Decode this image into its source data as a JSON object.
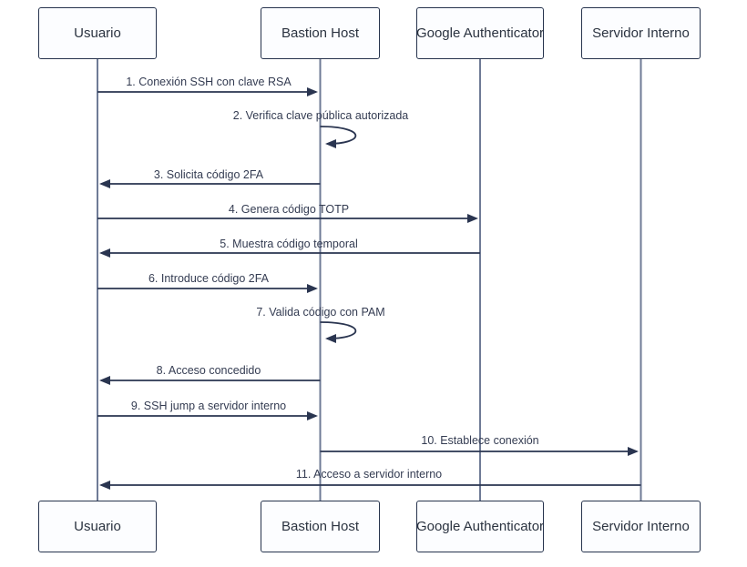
{
  "diagram": {
    "type": "sequence-diagram",
    "actors": [
      {
        "label": "Usuario"
      },
      {
        "label": "Bastion Host"
      },
      {
        "label": "Google Authenticator"
      },
      {
        "label": "Servidor Interno"
      }
    ],
    "messages": [
      {
        "label": "1. Conexión SSH con clave RSA",
        "from": "Usuario",
        "to": "Bastion Host",
        "type": "solid-arrow"
      },
      {
        "label": "2. Verifica clave pública autorizada",
        "from": "Bastion Host",
        "to": "Bastion Host",
        "type": "self-loop"
      },
      {
        "label": "3. Solicita código 2FA",
        "from": "Bastion Host",
        "to": "Usuario",
        "type": "solid-arrow"
      },
      {
        "label": "4. Genera código TOTP",
        "from": "Usuario",
        "to": "Google Authenticator",
        "type": "solid-arrow"
      },
      {
        "label": "5. Muestra código temporal",
        "from": "Google Authenticator",
        "to": "Usuario",
        "type": "solid-arrow"
      },
      {
        "label": "6. Introduce código 2FA",
        "from": "Usuario",
        "to": "Bastion Host",
        "type": "solid-arrow"
      },
      {
        "label": "7. Valida código con PAM",
        "from": "Bastion Host",
        "to": "Bastion Host",
        "type": "self-loop"
      },
      {
        "label": "8. Acceso concedido",
        "from": "Bastion Host",
        "to": "Usuario",
        "type": "solid-arrow"
      },
      {
        "label": "9. SSH jump a servidor interno",
        "from": "Usuario",
        "to": "Bastion Host",
        "type": "solid-arrow"
      },
      {
        "label": "10. Establece conexión",
        "from": "Bastion Host",
        "to": "Servidor Interno",
        "type": "solid-arrow"
      },
      {
        "label": "11. Acceso a servidor interno",
        "from": "Servidor Interno",
        "to": "Usuario",
        "type": "solid-arrow"
      }
    ],
    "colors": {
      "background": "#ffffff",
      "actor_fill": "#fcfdff",
      "actor_border": "#26334d",
      "actor_text": "#2b3340",
      "message_text": "#343c52",
      "arrow": "#2a3550",
      "lifeline": "#6f7b96"
    }
  }
}
